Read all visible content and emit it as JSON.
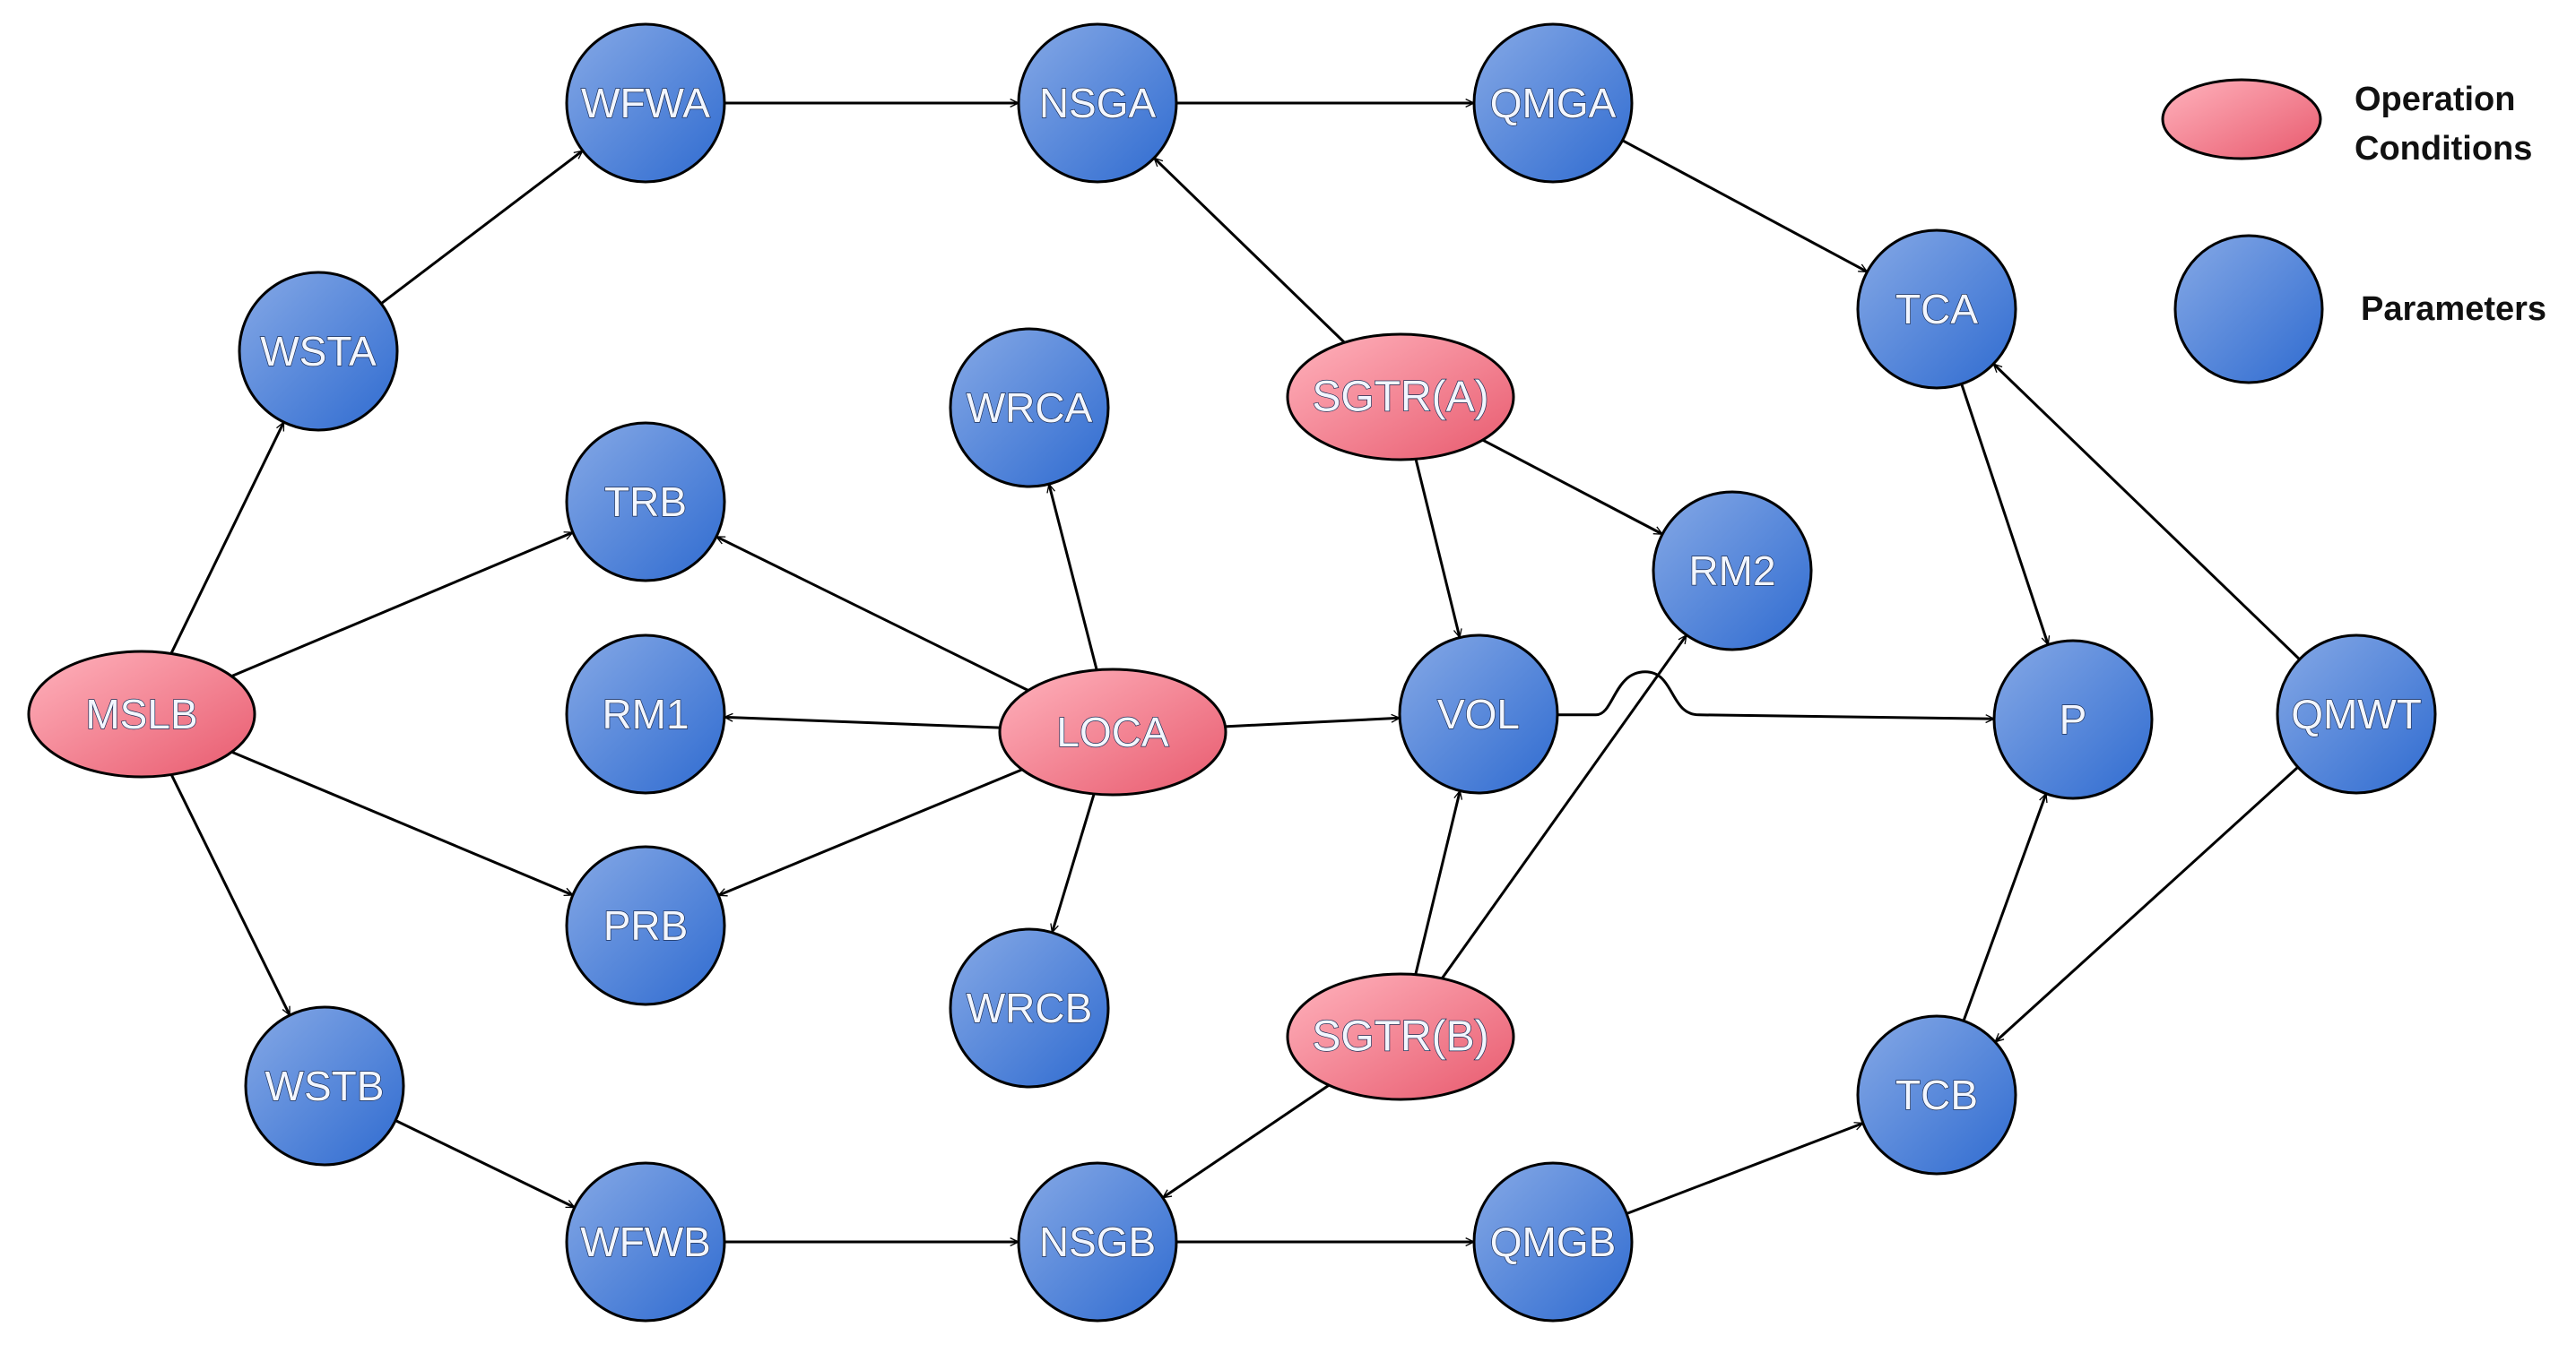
{
  "colors": {
    "parameter_fill_light": "#86a9e6",
    "parameter_fill_dark": "#2f6bd0",
    "condition_fill_light": "#ffb3bd",
    "condition_fill_dark": "#e85a6e",
    "edge": "#000000"
  },
  "legend": {
    "conditions_line1": "Operation",
    "conditions_line2": "Conditions",
    "parameters": "Parameters"
  },
  "nodes": [
    {
      "id": "MSLB",
      "label": "MSLB",
      "kind": "condition"
    },
    {
      "id": "LOCA",
      "label": "LOCA",
      "kind": "condition"
    },
    {
      "id": "SGTRA",
      "label": "SGTR(A)",
      "kind": "condition"
    },
    {
      "id": "SGTRB",
      "label": "SGTR(B)",
      "kind": "condition"
    },
    {
      "id": "WSTA",
      "label": "WSTA",
      "kind": "parameter"
    },
    {
      "id": "WFWA",
      "label": "WFWA",
      "kind": "parameter"
    },
    {
      "id": "NSGA",
      "label": "NSGA",
      "kind": "parameter"
    },
    {
      "id": "QMGA",
      "label": "QMGA",
      "kind": "parameter"
    },
    {
      "id": "TCA",
      "label": "TCA",
      "kind": "parameter"
    },
    {
      "id": "TRB",
      "label": "TRB",
      "kind": "parameter"
    },
    {
      "id": "RM1",
      "label": "RM1",
      "kind": "parameter"
    },
    {
      "id": "PRB",
      "label": "PRB",
      "kind": "parameter"
    },
    {
      "id": "WRCA",
      "label": "WRCA",
      "kind": "parameter"
    },
    {
      "id": "WRCB",
      "label": "WRCB",
      "kind": "parameter"
    },
    {
      "id": "RM2",
      "label": "RM2",
      "kind": "parameter"
    },
    {
      "id": "VOL",
      "label": "VOL",
      "kind": "parameter"
    },
    {
      "id": "P",
      "label": "P",
      "kind": "parameter"
    },
    {
      "id": "QMWT",
      "label": "QMWT",
      "kind": "parameter"
    },
    {
      "id": "WSTB",
      "label": "WSTB",
      "kind": "parameter"
    },
    {
      "id": "WFWB",
      "label": "WFWB",
      "kind": "parameter"
    },
    {
      "id": "NSGB",
      "label": "NSGB",
      "kind": "parameter"
    },
    {
      "id": "QMGB",
      "label": "QMGB",
      "kind": "parameter"
    },
    {
      "id": "TCB",
      "label": "TCB",
      "kind": "parameter"
    }
  ],
  "edges": [
    {
      "from": "MSLB",
      "to": "WSTA"
    },
    {
      "from": "MSLB",
      "to": "TRB"
    },
    {
      "from": "MSLB",
      "to": "PRB"
    },
    {
      "from": "MSLB",
      "to": "WSTB"
    },
    {
      "from": "WSTA",
      "to": "WFWA"
    },
    {
      "from": "WFWA",
      "to": "NSGA"
    },
    {
      "from": "NSGA",
      "to": "QMGA"
    },
    {
      "from": "QMGA",
      "to": "TCA"
    },
    {
      "from": "WSTB",
      "to": "WFWB"
    },
    {
      "from": "WFWB",
      "to": "NSGB"
    },
    {
      "from": "NSGB",
      "to": "QMGB"
    },
    {
      "from": "QMGB",
      "to": "TCB"
    },
    {
      "from": "LOCA",
      "to": "TRB"
    },
    {
      "from": "LOCA",
      "to": "RM1"
    },
    {
      "from": "LOCA",
      "to": "PRB"
    },
    {
      "from": "LOCA",
      "to": "WRCA"
    },
    {
      "from": "LOCA",
      "to": "WRCB"
    },
    {
      "from": "LOCA",
      "to": "VOL"
    },
    {
      "from": "SGTRA",
      "to": "NSGA"
    },
    {
      "from": "SGTRA",
      "to": "RM2"
    },
    {
      "from": "SGTRA",
      "to": "VOL"
    },
    {
      "from": "SGTRB",
      "to": "VOL"
    },
    {
      "from": "SGTRB",
      "to": "RM2"
    },
    {
      "from": "SGTRB",
      "to": "NSGB"
    },
    {
      "from": "VOL",
      "to": "P"
    },
    {
      "from": "TCA",
      "to": "P"
    },
    {
      "from": "TCB",
      "to": "P"
    },
    {
      "from": "QMWT",
      "to": "TCA"
    },
    {
      "from": "QMWT",
      "to": "TCB"
    }
  ]
}
